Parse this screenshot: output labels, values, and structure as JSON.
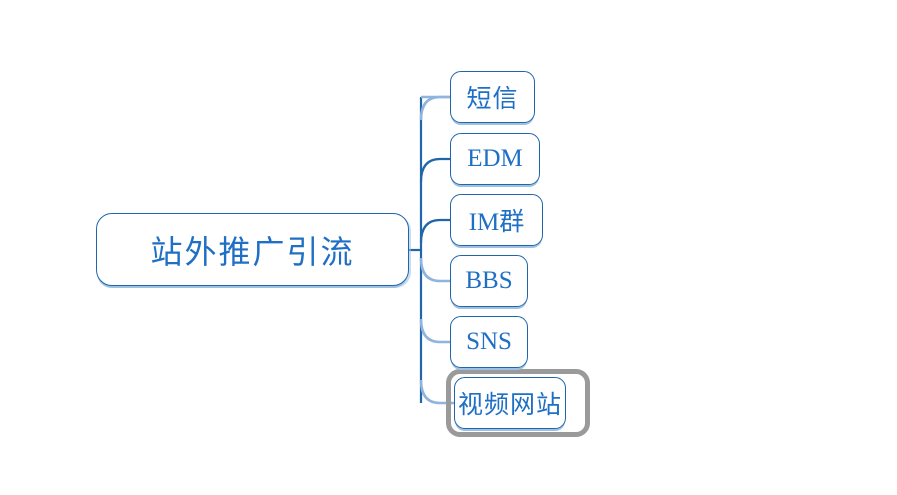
{
  "diagram": {
    "type": "mind-map",
    "title": "站外推广引流",
    "background_color": "#ffffff",
    "node_border_color": "#2166ab",
    "node_text_color": "#1f6fc4",
    "connector_color": "#2166ab",
    "connector_color_light": "#8fb4de",
    "selection_color": "#9a9a9a",
    "root": {
      "label": "站外推广引流",
      "selected": false
    },
    "children": [
      {
        "label": "短信",
        "selected": false
      },
      {
        "label": "EDM",
        "selected": false
      },
      {
        "label": "IM群",
        "selected": false
      },
      {
        "label": "BBS",
        "selected": false
      },
      {
        "label": "SNS",
        "selected": false
      },
      {
        "label": "视频网站",
        "selected": true
      }
    ]
  }
}
